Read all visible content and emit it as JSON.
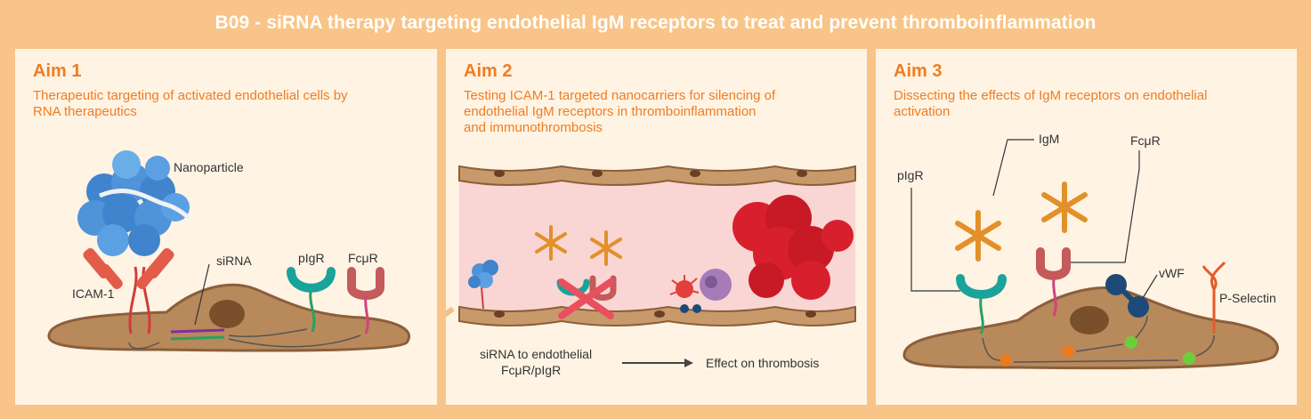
{
  "title": "B09 - siRNA therapy targeting endothelial IgM receptors to treat and prevent thromboinflammation",
  "colors": {
    "background": "#f9c487",
    "panel": "#fff3e4",
    "accent": "#ef7d22",
    "cell": "#b8895b",
    "receptor_teal": "#1aa39a",
    "receptor_red": "#c45a5a",
    "nanoparticle": "#4f93d9",
    "thrombus": "#d8202d"
  },
  "aims": [
    {
      "heading": "Aim 1",
      "desc_lines": [
        "Therapeutic targeting of activated endothelial cells by",
        "RNA therapeutics"
      ],
      "labels": {
        "nanoparticle": "Nanoparticle",
        "sirna": "siRNA",
        "pigr": "pIgR",
        "fcmur": "FcμR",
        "icam": "ICAM-1"
      }
    },
    {
      "heading": "Aim 2",
      "desc_lines": [
        "Testing ICAM-1 targeted nanocarriers for silencing of",
        "endothelial IgM receptors in thromboinflammation",
        "and immunothrombosis"
      ],
      "labels": {
        "sirna_line1": "siRNA to endothelial",
        "sirna_line2": "FcμR/pIgR",
        "effect": "Effect on thrombosis"
      }
    },
    {
      "heading": "Aim 3",
      "desc_lines": [
        "Dissecting the effects of IgM receptors on endothelial",
        "activation"
      ],
      "labels": {
        "igm": "IgM",
        "fcmur": "FcμR",
        "pigr": "pIgR",
        "vwf": "vWF",
        "pselectin": "P-Selectin"
      }
    }
  ]
}
